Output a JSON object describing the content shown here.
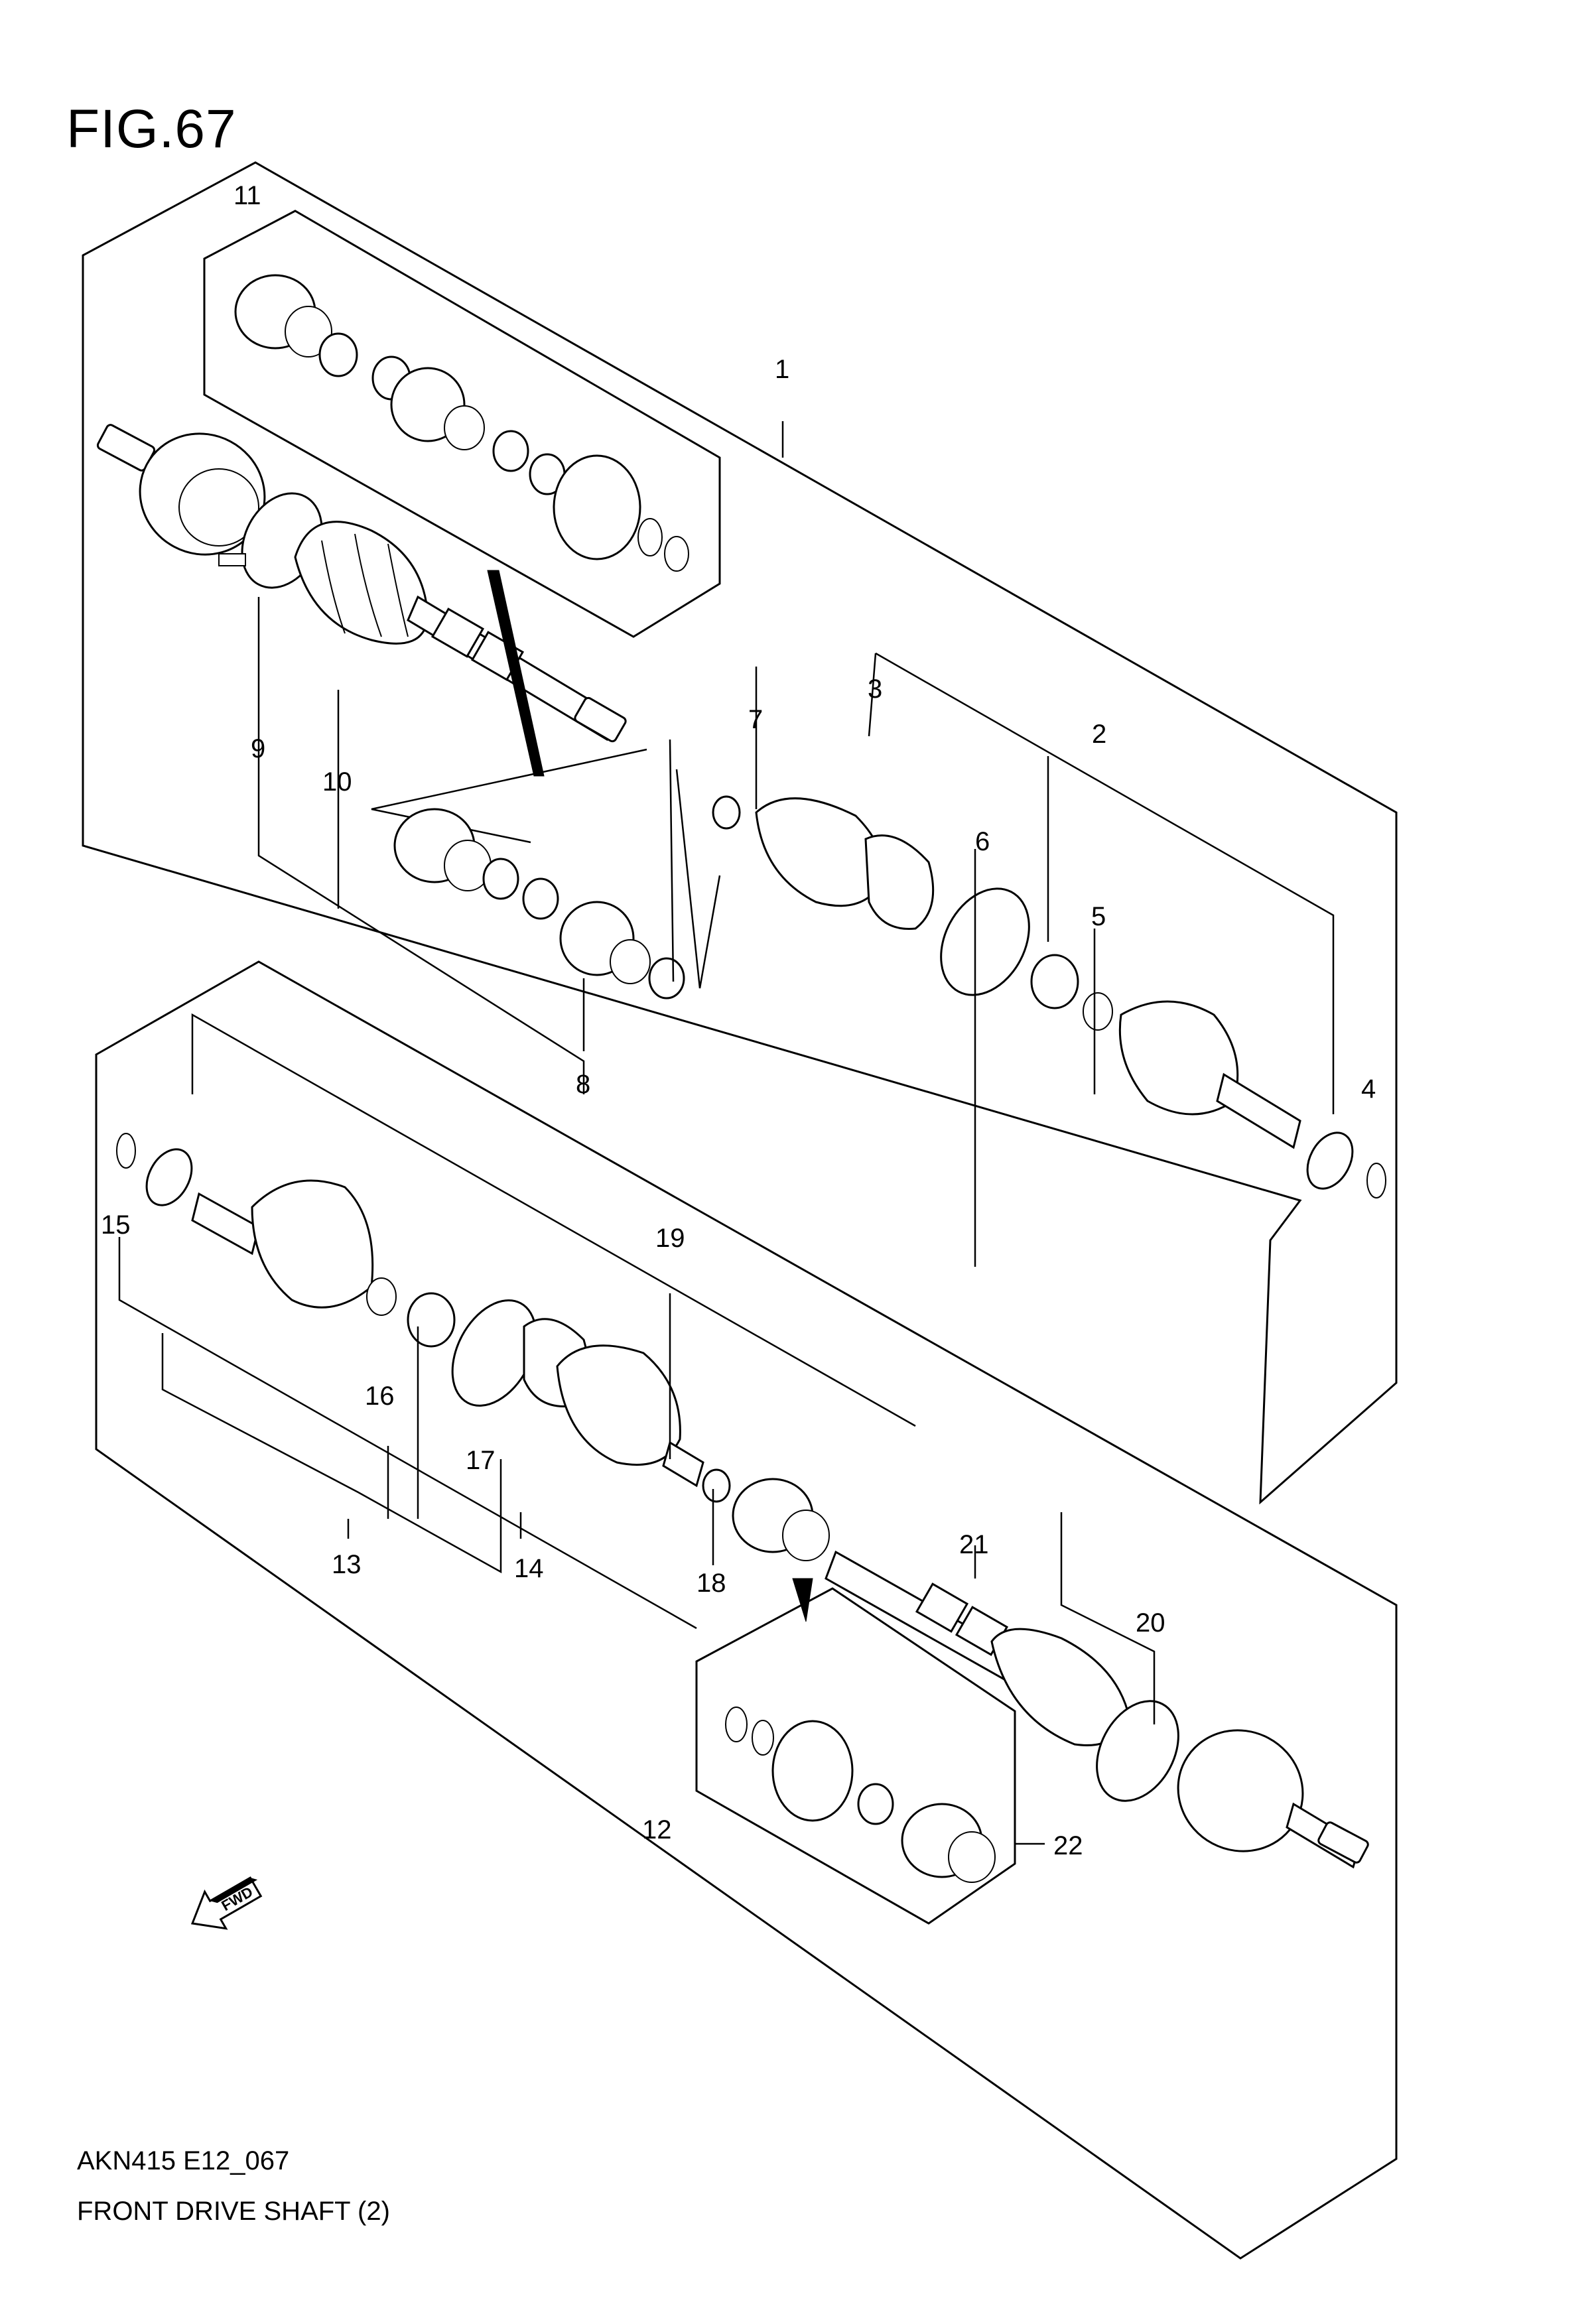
{
  "figure": {
    "title": "FIG.67",
    "code": "AKN415 E12_067",
    "name": "FRONT DRIVE SHAFT (2)"
  },
  "fwd_indicator": {
    "label": "FWD",
    "icon": "fwd-arrow-icon"
  },
  "callouts": [
    {
      "id": "1",
      "label": "1"
    },
    {
      "id": "2",
      "label": "2"
    },
    {
      "id": "3",
      "label": "3"
    },
    {
      "id": "4",
      "label": "4"
    },
    {
      "id": "5",
      "label": "5"
    },
    {
      "id": "6",
      "label": "6"
    },
    {
      "id": "7",
      "label": "7"
    },
    {
      "id": "8",
      "label": "8"
    },
    {
      "id": "9",
      "label": "9"
    },
    {
      "id": "10",
      "label": "10"
    },
    {
      "id": "11",
      "label": "11"
    },
    {
      "id": "12",
      "label": "12"
    },
    {
      "id": "13",
      "label": "13"
    },
    {
      "id": "14",
      "label": "14"
    },
    {
      "id": "15",
      "label": "15"
    },
    {
      "id": "16",
      "label": "16"
    },
    {
      "id": "17",
      "label": "17"
    },
    {
      "id": "18",
      "label": "18"
    },
    {
      "id": "19",
      "label": "19"
    },
    {
      "id": "20",
      "label": "20"
    },
    {
      "id": "21",
      "label": "21"
    },
    {
      "id": "22",
      "label": "22"
    }
  ]
}
